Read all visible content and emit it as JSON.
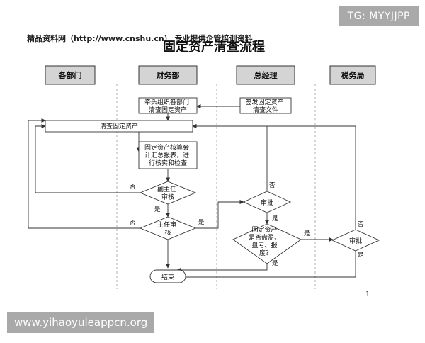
{
  "watermark_top": "TG: MYYJJPP",
  "watermark_bottom": "www.yihaoyuleappcn.org",
  "header_note": "精品资料网（http://www.cnshu.cn） 专业提供企管培训资料",
  "title": "固定资产清查流程",
  "page_number": "1",
  "lanes": [
    {
      "id": "dept",
      "label": "各部门"
    },
    {
      "id": "finance",
      "label": "财务部"
    },
    {
      "id": "gm",
      "label": "总经理"
    },
    {
      "id": "tax",
      "label": "税务局"
    }
  ],
  "nodes": [
    {
      "id": "n1",
      "shape": "process",
      "lines": [
        "牵头组织各部门",
        "清查固定资产"
      ]
    },
    {
      "id": "n2",
      "shape": "process",
      "lines": [
        "签发固定资产",
        "清查文件"
      ]
    },
    {
      "id": "n3",
      "shape": "process",
      "lines": [
        "清查固定资产"
      ]
    },
    {
      "id": "n4",
      "shape": "process",
      "lines": [
        "固定资产核算会",
        "计汇总报表，进",
        "行核实和检查"
      ]
    },
    {
      "id": "n5",
      "shape": "decision",
      "lines": [
        "副主任",
        "审核"
      ]
    },
    {
      "id": "n6",
      "shape": "decision",
      "lines": [
        "审批"
      ]
    },
    {
      "id": "n7",
      "shape": "decision",
      "lines": [
        "主任审",
        "核"
      ]
    },
    {
      "id": "n8",
      "shape": "decision",
      "lines": [
        "固定资产",
        "是否盘盈、",
        "盘亏、报",
        "废？"
      ]
    },
    {
      "id": "n9",
      "shape": "decision",
      "lines": [
        "审批"
      ]
    },
    {
      "id": "n10",
      "shape": "terminal",
      "lines": [
        "结束"
      ]
    }
  ],
  "edge_labels": {
    "l1": "否",
    "l2": "是",
    "l3": "否",
    "l4": "是",
    "l5": "否",
    "l6": "是",
    "l7": "是",
    "l8": "否",
    "l9": "是",
    "l10": "是"
  }
}
